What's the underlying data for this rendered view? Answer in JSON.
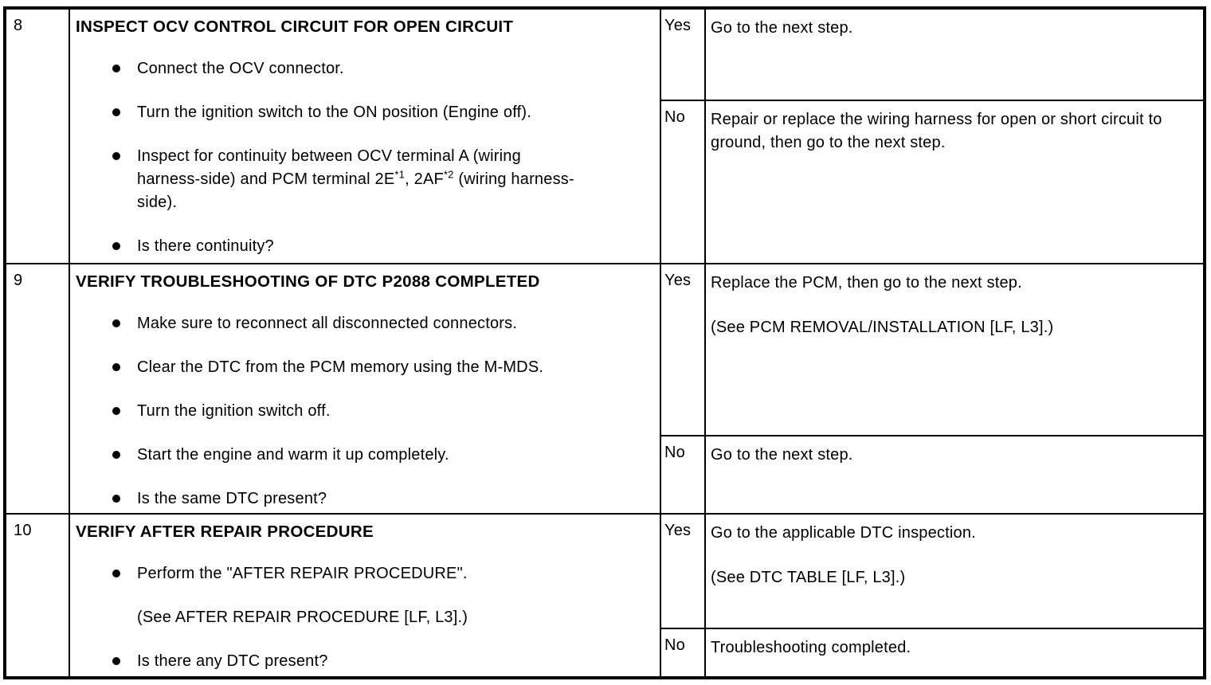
{
  "table": {
    "steps": [
      {
        "number": "8",
        "title": "INSPECT OCV CONTROL CIRCUIT FOR OPEN CIRCUIT",
        "bullets": [
          "Connect the OCV connector.",
          "Turn the ignition switch to the ON position (Engine off).",
          {
            "parts": [
              "Inspect for continuity between OCV terminal A (wiring harness-side) and PCM terminal 2E",
              "*1",
              ", 2AF",
              "*2",
              " (wiring harness-side)."
            ]
          },
          "Is there continuity?"
        ],
        "yes": {
          "label": "Yes",
          "lines": [
            "Go to the next step."
          ]
        },
        "no": {
          "label": "No",
          "lines": [
            "Repair or replace the wiring harness for open or short circuit to ground, then go to the next step."
          ]
        }
      },
      {
        "number": "9",
        "title": "VERIFY TROUBLESHOOTING OF DTC P2088 COMPLETED",
        "bullets": [
          "Make sure to reconnect all disconnected connectors.",
          "Clear the DTC from the PCM memory using the M-MDS.",
          "Turn the ignition switch off.",
          "Start the engine and warm it up completely.",
          "Is the same DTC present?"
        ],
        "yes": {
          "label": "Yes",
          "lines": [
            "Replace the PCM, then go to the next step.",
            "(See PCM REMOVAL/INSTALLATION [LF, L3].)"
          ]
        },
        "no": {
          "label": "No",
          "lines": [
            "Go to the next step."
          ]
        }
      },
      {
        "number": "10",
        "title": "VERIFY AFTER REPAIR PROCEDURE",
        "bullets": [
          {
            "text": "Perform the \"AFTER REPAIR PROCEDURE\".",
            "note": "(See AFTER REPAIR PROCEDURE [LF, L3].)"
          },
          "Is there any DTC present?"
        ],
        "yes": {
          "label": "Yes",
          "lines": [
            "Go to the applicable DTC inspection.",
            "(See DTC TABLE [LF, L3].)"
          ]
        },
        "no": {
          "label": "No",
          "lines": [
            "Troubleshooting completed."
          ]
        }
      }
    ]
  }
}
